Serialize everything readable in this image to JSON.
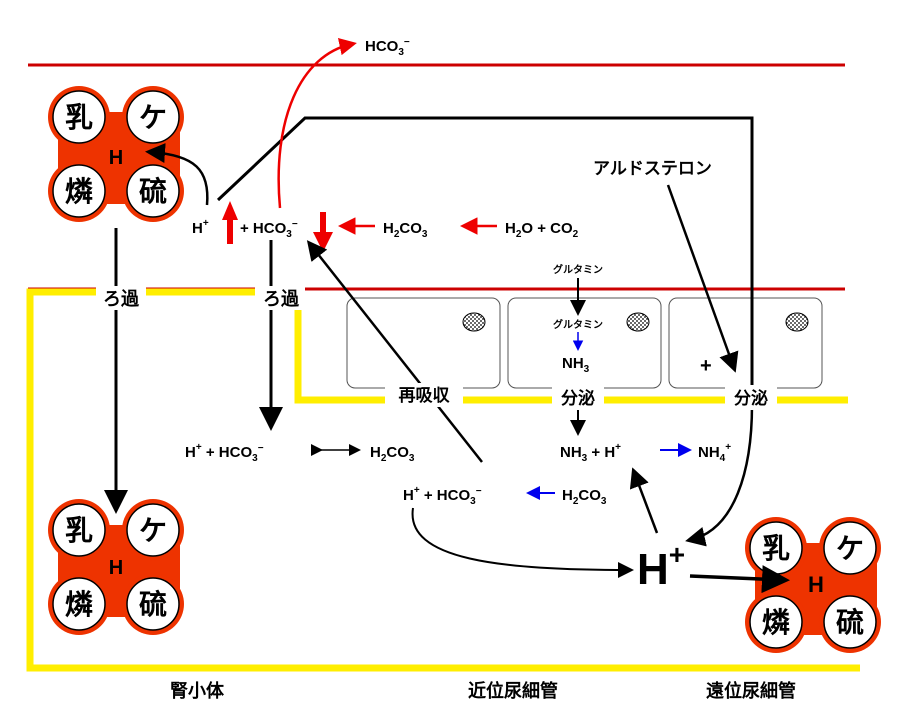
{
  "colors": {
    "membrane": "#cc0000",
    "tubule": "#ffee00",
    "acid_fill": "#ee3300",
    "red_arrow": "#ee0000",
    "blue_arrow": "#0000ee"
  },
  "acid_cluster": {
    "lactate": "乳",
    "ketone": "ケ",
    "phosphate": "燐",
    "sulfate": "硫",
    "proton": "H"
  },
  "labels": {
    "hco3_top": "HCO3⁻",
    "filtration": "ろ過",
    "reabsorption": "再吸収",
    "secretion": "分泌",
    "aldosterone": "アルドステロン",
    "glutamine": "グルタミン",
    "plus_sign": "+",
    "big_proton": "H+"
  },
  "equations": {
    "cell_h": "H+",
    "cell_hco3": "+ HCO3⁻",
    "cell_h2co3": "H2CO3",
    "cell_h2o_co2": "H2O + CO2",
    "lumen_left": "H+ +  HCO3⁻",
    "lumen_left_h2co3": "H2CO3",
    "lumen_mid": "H+ + HCO3⁻",
    "lumen_mid_h2co3": "H2CO3",
    "nh3_cell": "NH3",
    "nh3_lumen": "NH3 + H+",
    "nh4": "NH4+"
  },
  "sections": {
    "glomerulus": "腎小体",
    "proximal": "近位尿細管",
    "distal": "遠位尿細管"
  }
}
